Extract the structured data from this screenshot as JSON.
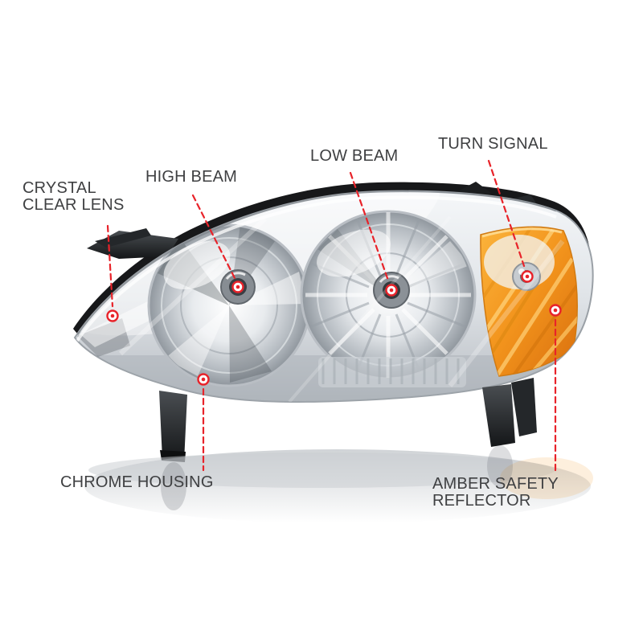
{
  "page": {
    "background_color": "#ffffff"
  },
  "colors": {
    "callout_text": "#3f4042",
    "leader_line": "#e8232a",
    "marker_ring": "#e8232a",
    "marker_fill": "#ffffff",
    "amber_reflector": "#f2931c",
    "chrome_light": "#eff1f3",
    "chrome_dark": "#9aa0a6",
    "housing_black": "#17181a"
  },
  "icons": {
    "marker": "target-dot-icon"
  },
  "callouts": {
    "crystal_clear_lens": {
      "line1": "CRYSTAL",
      "line2": "CLEAR LENS"
    },
    "high_beam": {
      "line1": "HIGH BEAM"
    },
    "low_beam": {
      "line1": "LOW BEAM"
    },
    "turn_signal": {
      "line1": "TURN SIGNAL"
    },
    "chrome_housing": {
      "line1": "CHROME HOUSING"
    },
    "amber_safety_reflector": {
      "line1": "AMBER SAFETY",
      "line2": "REFLECTOR"
    }
  }
}
